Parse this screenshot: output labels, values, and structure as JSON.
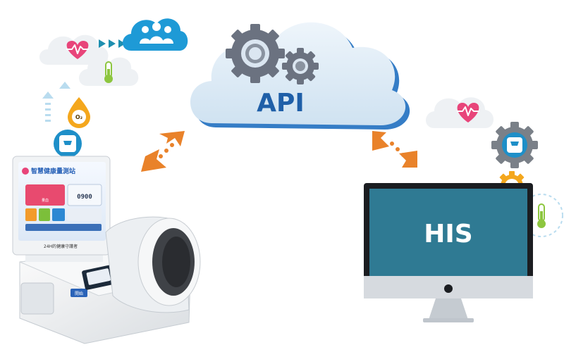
{
  "api": {
    "label": "API"
  },
  "his": {
    "label": "HIS"
  },
  "kiosk": {
    "title": "智慧健康量測站",
    "tile_label": "量血",
    "clock": "0900",
    "footer": "24H的健康守護者",
    "button": "開始"
  },
  "icons": {
    "oxygen": "O₂"
  },
  "colors": {
    "arrow_orange": "#e9822a",
    "cloud_blue": "#dcebf7",
    "api_text": "#1f5fa8",
    "his_screen": "#2f7a93",
    "heart": "#e8457a",
    "thermometer": "#8dc63f"
  }
}
